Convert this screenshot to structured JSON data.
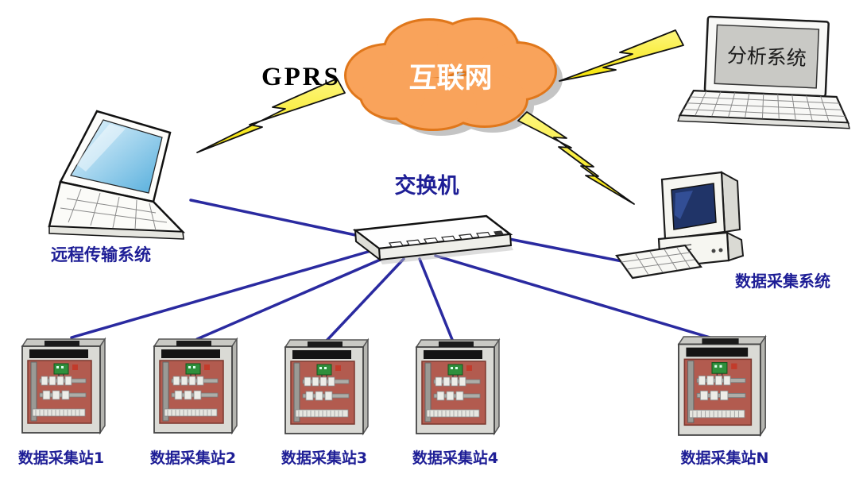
{
  "diagram": {
    "labels": {
      "internet": "互联网",
      "gprs": "GPRS",
      "switch_name": "交换机",
      "remote_system": "远程传输系统",
      "analysis_system": "分析系统",
      "acquisition_system": "数据采集系统"
    },
    "stations": [
      {
        "label": "数据采集站1"
      },
      {
        "label": "数据采集站2"
      },
      {
        "label": "数据采集站3"
      },
      {
        "label": "数据采集站4"
      },
      {
        "label": "数据采集站N"
      }
    ],
    "colors": {
      "cloud_fill": "#F9A35B",
      "cloud_outline": "#E0771B",
      "lightning": "#FFF100",
      "connection_line": "#2A2AA0",
      "label_text": "#1E1E96",
      "cabinet_panel": "#B25B4F"
    }
  }
}
